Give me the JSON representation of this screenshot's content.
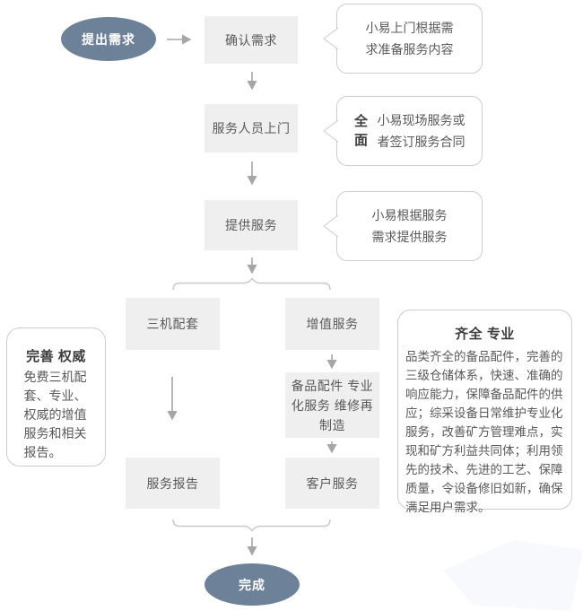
{
  "palette": {
    "terminal_fill": "#6d8199",
    "terminal_text": "#ffffff",
    "box_fill": "#efefef",
    "box_text": "#595959",
    "bubble_border": "#cccccc",
    "arrow_color": "#a6a6a6",
    "brace_color": "#c9c9c9"
  },
  "flow": {
    "start_label": "提出需求",
    "confirm_label": "确认需求",
    "visit_label": "服务人员上门",
    "provide_label": "提供服务",
    "branch_left_top": "三机配套",
    "branch_right_top": "增值服务",
    "beipin_lines": {
      "0": "备品配件",
      "1": "专业化服务",
      "2": "维修再制造"
    },
    "report_label": "服务报告",
    "customer_label": "客户服务",
    "end_label": "完成"
  },
  "callouts": {
    "prepare": {
      "lines": {
        "0": "小易上门根据需",
        "1": "求准备服务内容"
      }
    },
    "onsite": {
      "badge": "全面",
      "lines": {
        "0": "小易现场服务或",
        "1": "者签订服务合同"
      }
    },
    "provide": {
      "lines": {
        "0": "小易根据服务",
        "1": "需求提供服务"
      }
    },
    "left_panel": {
      "title": "完善 权威",
      "body": "免费三机配套、专业、权威的增值服务和相关报告。"
    },
    "right_panel": {
      "title": "齐全 专业",
      "body": "品类齐全的备品配件，完善的三级仓储体系，快速、准确的响应能力，保障备品配件的供应；综采设备日常维护专业化服务，改善矿方管理难点，实现和矿方利益共同体；利用领先的技术、先进的工艺、保障质量，令设备修旧如新，确保满足用户需求。"
    }
  }
}
